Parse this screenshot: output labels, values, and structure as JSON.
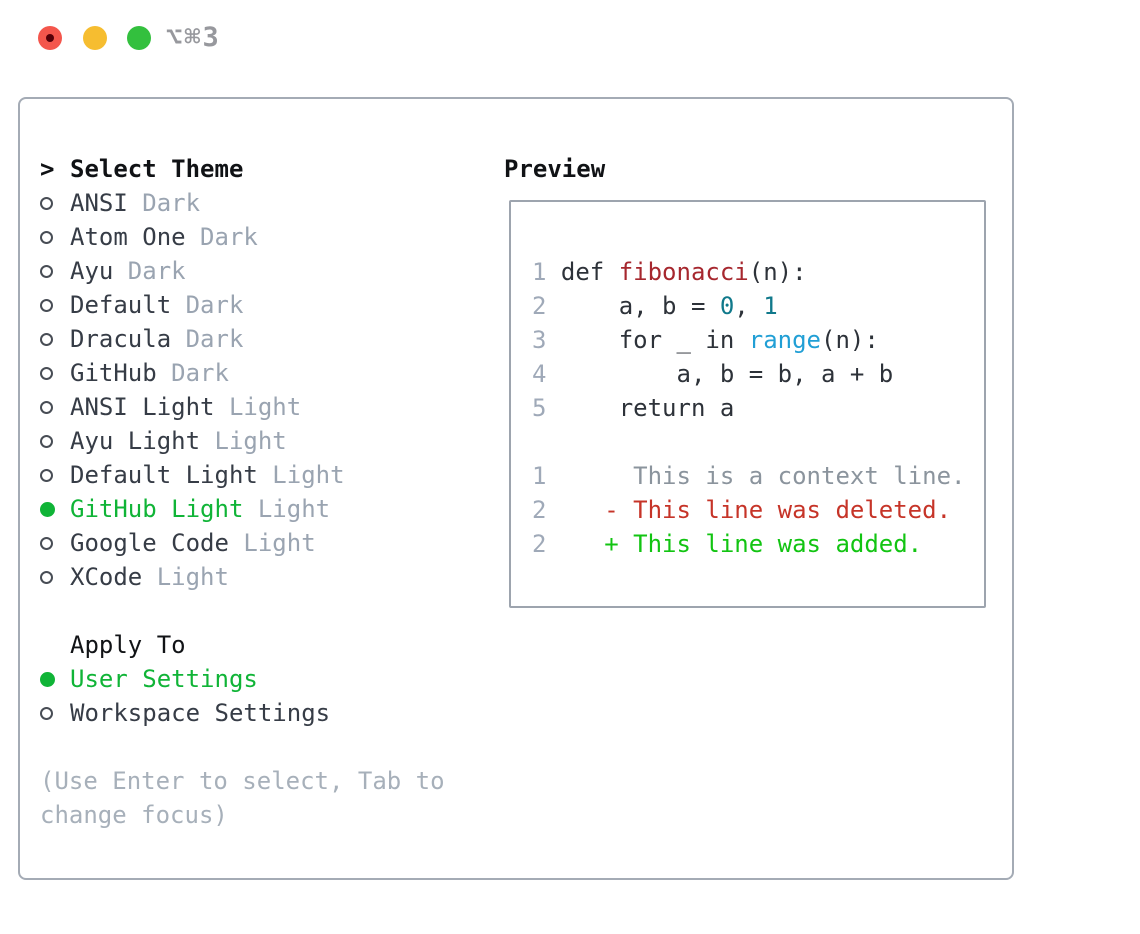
{
  "window": {
    "title": "⌥⌘3",
    "traffic_lights": {
      "close_color": "#f4564c",
      "minimize_color": "#f6bd30",
      "zoom_color": "#33c03e"
    }
  },
  "theme_picker": {
    "header_marker": ">",
    "header": "Select Theme",
    "items": [
      {
        "name": "ANSI",
        "variant": "Dark",
        "selected": false
      },
      {
        "name": "Atom One",
        "variant": "Dark",
        "selected": false
      },
      {
        "name": "Ayu",
        "variant": "Dark",
        "selected": false
      },
      {
        "name": "Default",
        "variant": "Dark",
        "selected": false
      },
      {
        "name": "Dracula",
        "variant": "Dark",
        "selected": false
      },
      {
        "name": "GitHub",
        "variant": "Dark",
        "selected": false
      },
      {
        "name": "ANSI Light",
        "variant": "Light",
        "selected": false
      },
      {
        "name": "Ayu Light",
        "variant": "Light",
        "selected": false
      },
      {
        "name": "Default Light",
        "variant": "Light",
        "selected": false
      },
      {
        "name": "GitHub Light",
        "variant": "Light",
        "selected": true
      },
      {
        "name": "Google Code",
        "variant": "Light",
        "selected": false
      },
      {
        "name": "XCode",
        "variant": "Light",
        "selected": false
      }
    ]
  },
  "apply_to": {
    "header": "Apply To",
    "options": [
      {
        "label": "User Settings",
        "selected": true
      },
      {
        "label": "Workspace Settings",
        "selected": false
      }
    ]
  },
  "hint": "(Use Enter to select, Tab to change focus)",
  "preview": {
    "header": "Preview",
    "code_lines": [
      {
        "segments": [
          {
            "t": "1",
            "c": "lineno"
          },
          {
            "t": " def ",
            "c": "code"
          },
          {
            "t": "fibonacci",
            "c": "func"
          },
          {
            "t": "(n):",
            "c": "code"
          }
        ]
      },
      {
        "segments": [
          {
            "t": "2",
            "c": "lineno"
          },
          {
            "t": "     a, b = ",
            "c": "code"
          },
          {
            "t": "0",
            "c": "num"
          },
          {
            "t": ", ",
            "c": "code"
          },
          {
            "t": "1",
            "c": "num"
          }
        ]
      },
      {
        "segments": [
          {
            "t": "3",
            "c": "lineno"
          },
          {
            "t": "     for _ in ",
            "c": "code"
          },
          {
            "t": "range",
            "c": "builtin"
          },
          {
            "t": "(n):",
            "c": "code"
          }
        ]
      },
      {
        "segments": [
          {
            "t": "4",
            "c": "lineno"
          },
          {
            "t": "         a, b = b, a + b",
            "c": "code"
          }
        ]
      },
      {
        "segments": [
          {
            "t": "5",
            "c": "lineno"
          },
          {
            "t": "     return a",
            "c": "code"
          }
        ]
      },
      {
        "segments": []
      },
      {
        "segments": [
          {
            "t": "1",
            "c": "lineno"
          },
          {
            "t": "      This is a context line.",
            "c": "context"
          }
        ]
      },
      {
        "segments": [
          {
            "t": "2",
            "c": "lineno"
          },
          {
            "t": "    ",
            "c": "code"
          },
          {
            "t": "- This line was deleted.",
            "c": "deleted"
          }
        ]
      },
      {
        "segments": [
          {
            "t": "2",
            "c": "lineno"
          },
          {
            "t": "    ",
            "c": "code"
          },
          {
            "t": "+ This line was added.",
            "c": "added"
          }
        ]
      }
    ]
  },
  "colors": {
    "accent_green": "#10b437",
    "item_text": "#363c46",
    "variant_text": "#9aa4b1",
    "hint_text": "#a7b0ba",
    "panel_border": "#a4abb5",
    "preview_border": "#9da4ae",
    "code_default": "#2d3239",
    "code_lineno": "#9fa9b8",
    "code_function_red": "#a6272e",
    "code_number_teal": "#10798b",
    "code_builtin_blue": "#219fd5",
    "diff_context_gray": "#8b949d",
    "diff_deleted_red": "#c63428",
    "diff_added_green": "#12c412"
  }
}
